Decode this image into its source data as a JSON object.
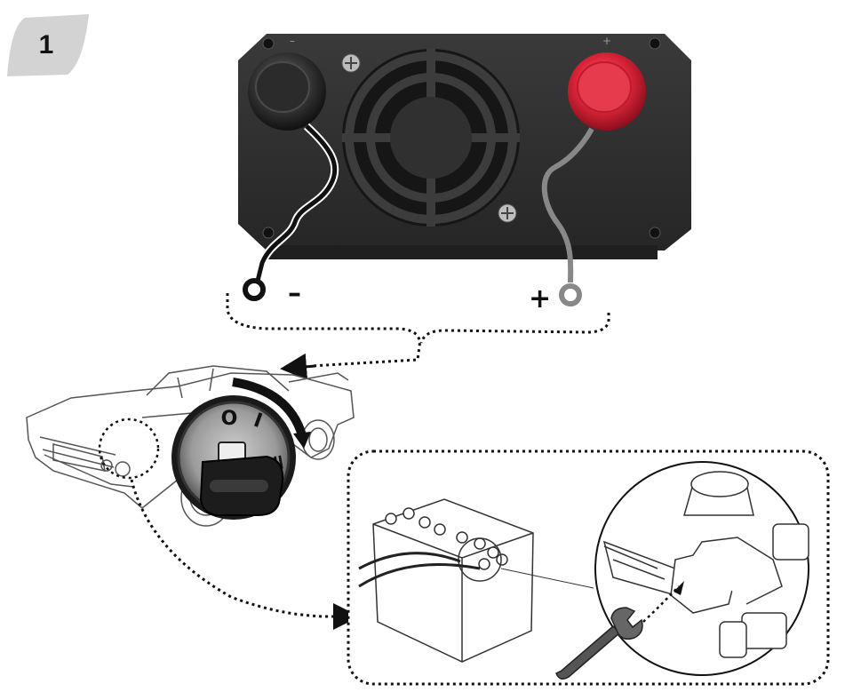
{
  "step": {
    "number": "1"
  },
  "inverter": {
    "top_minus_mark": "–",
    "top_plus_mark": "+"
  },
  "terminals": {
    "negative_label": "–",
    "positive_label": "+"
  },
  "ignition": {
    "off_symbol": "O",
    "on_symbol": "I",
    "accessory_symbol": "="
  },
  "colors": {
    "badge": "#d3d3d3",
    "inverter_body": "#2f2f2f",
    "negative_knob": "#3a3a3a",
    "positive_knob": "#e0263b",
    "negative_wire": "#111111",
    "positive_wire": "#888888",
    "dotted_path": "#111111"
  }
}
